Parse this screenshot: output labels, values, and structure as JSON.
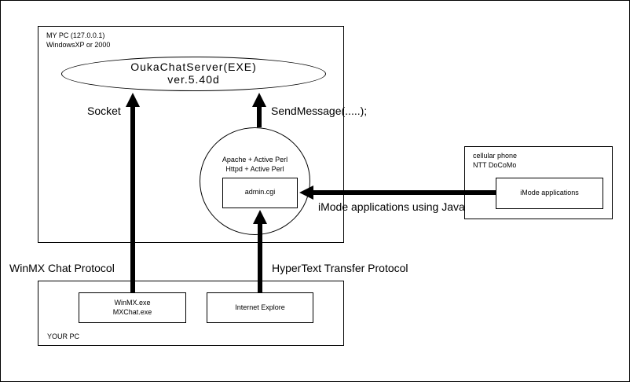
{
  "my_pc": {
    "line1": "MY PC (127.0.0.1)",
    "line2": "WindowsXP or 2000"
  },
  "server": {
    "line1": "OukaChatServer(EXE)",
    "line2": "ver.5.40d"
  },
  "apache": {
    "line1": "Apache + Active Perl",
    "line2": "Httpd + Active Perl",
    "cgi": "admin.cgi"
  },
  "cellular": {
    "line1": "cellular phone",
    "line2": "NTT DoCoMo",
    "app": "iMode applications"
  },
  "your_pc": {
    "title": "YOUR PC",
    "winmx_line1": "WinMX.exe",
    "winmx_line2": "MXChat.exe",
    "ie": "Internet Explore"
  },
  "labels": {
    "socket": "Socket",
    "send_message": "SendMessage(.....);",
    "imode_java": "iMode applications using Java",
    "winmx_protocol": "WinMX Chat Protocol",
    "http_protocol": "HyperText Transfer Protocol"
  }
}
